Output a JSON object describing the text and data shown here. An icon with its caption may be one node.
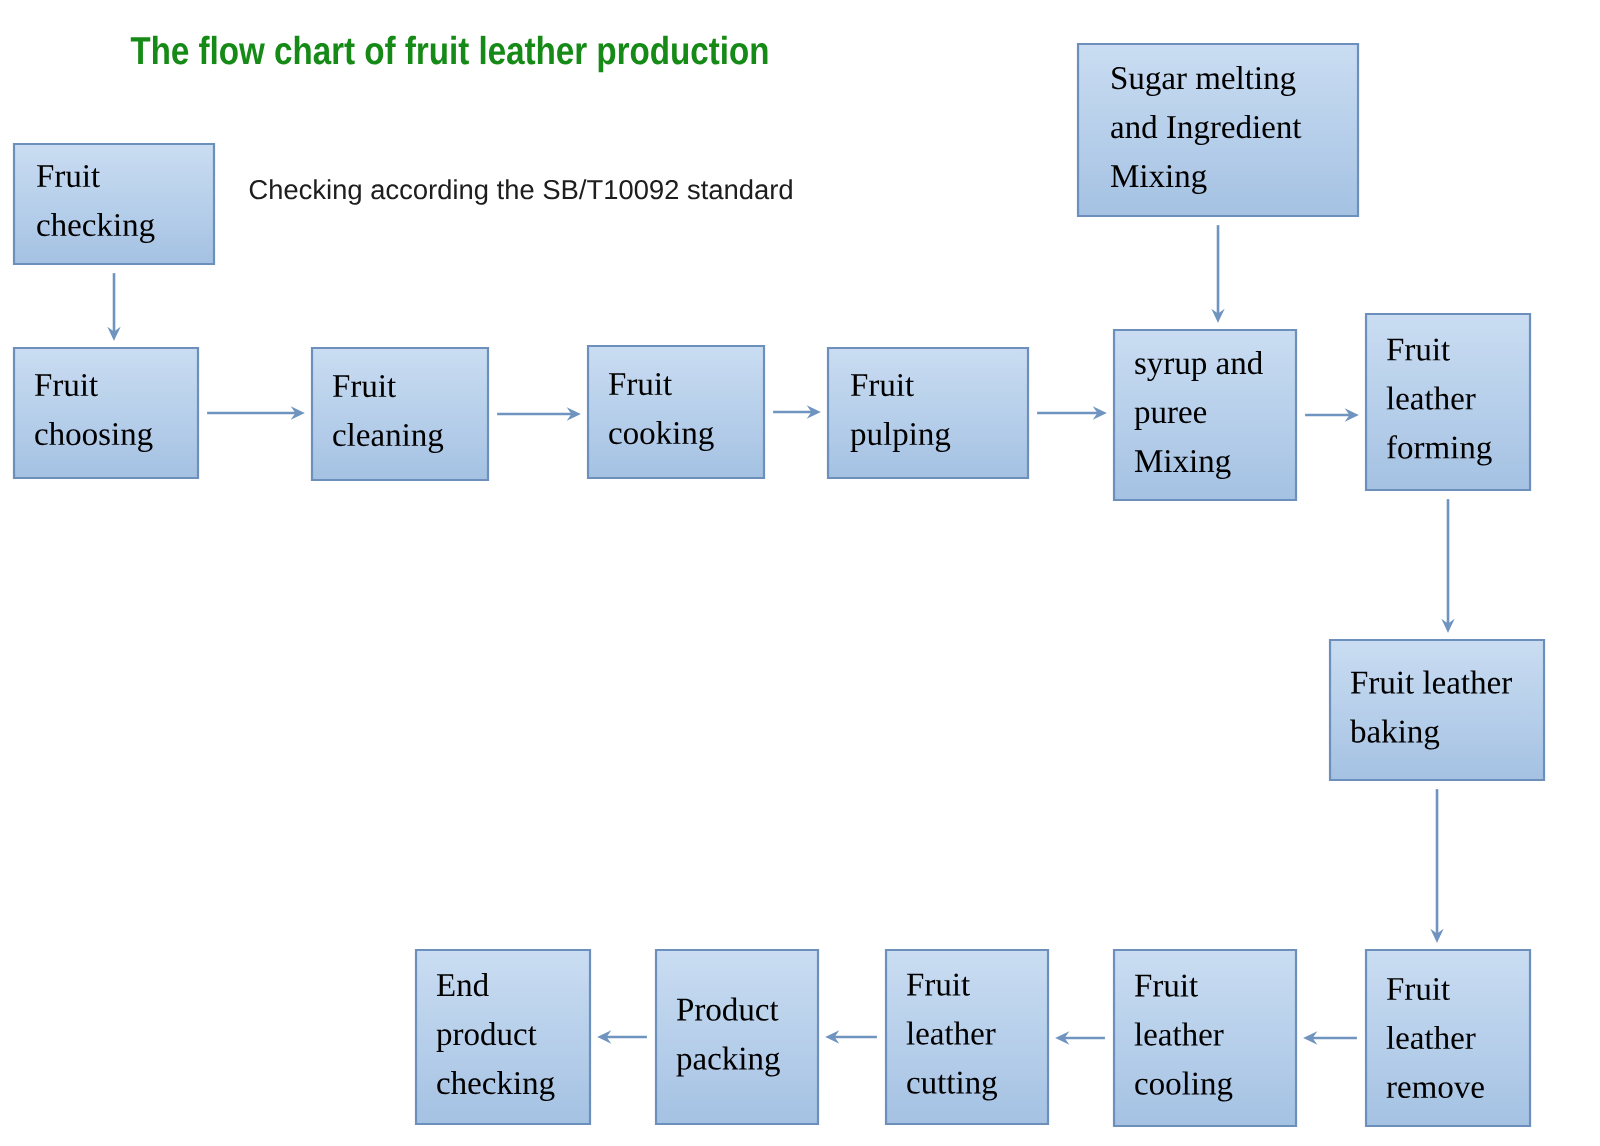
{
  "diagram": {
    "title": "The flow chart of fruit leather production",
    "nodes": [
      {
        "text": [
          "Fruit checking"
        ]
      },
      {
        "text": [
          "Fruit choosing"
        ]
      },
      {
        "text": [
          "Fruit cleaning"
        ]
      },
      {
        "text": [
          "Fruit cooking"
        ]
      },
      {
        "text": [
          "Fruit pulping"
        ]
      },
      {
        "text": [
          "Sugar melting and Ingredient Mixing"
        ]
      },
      {
        "text": [
          "syrup and puree Mixing"
        ]
      },
      {
        "text": [
          "Fruit leather forming"
        ]
      },
      {
        "text": [
          "Fruit leather baking"
        ]
      },
      {
        "text": [
          "Fruit leather remove"
        ]
      },
      {
        "text": [
          "Fruit leather cooling"
        ]
      },
      {
        "text": [
          "Fruit leather cutting"
        ]
      },
      {
        "text": [
          "Product packing"
        ]
      },
      {
        "text": [
          "End product checking"
        ]
      }
    ],
    "edges": [
      {
        "from": 0,
        "to": 1,
        "arrow": "to"
      },
      {
        "from": 1,
        "to": 2,
        "arrow": "to"
      },
      {
        "from": 2,
        "to": 3,
        "arrow": "to"
      },
      {
        "from": 3,
        "to": 4,
        "arrow": "to"
      },
      {
        "from": 4,
        "to": 6,
        "arrow": "to"
      },
      {
        "from": 5,
        "to": 6,
        "arrow": "to"
      },
      {
        "from": 6,
        "to": 7,
        "arrow": "to"
      },
      {
        "from": 7,
        "to": 8,
        "arrow": "to"
      },
      {
        "from": 8,
        "to": 9,
        "arrow": "to"
      },
      {
        "from": 9,
        "to": 10,
        "arrow": "to"
      },
      {
        "from": 10,
        "to": 11,
        "arrow": "to"
      },
      {
        "from": 11,
        "to": 12,
        "arrow": "to"
      },
      {
        "from": 12,
        "to": 13,
        "arrow": "to"
      }
    ],
    "labels": [
      "Checking according the SB/T10092 standard"
    ]
  }
}
